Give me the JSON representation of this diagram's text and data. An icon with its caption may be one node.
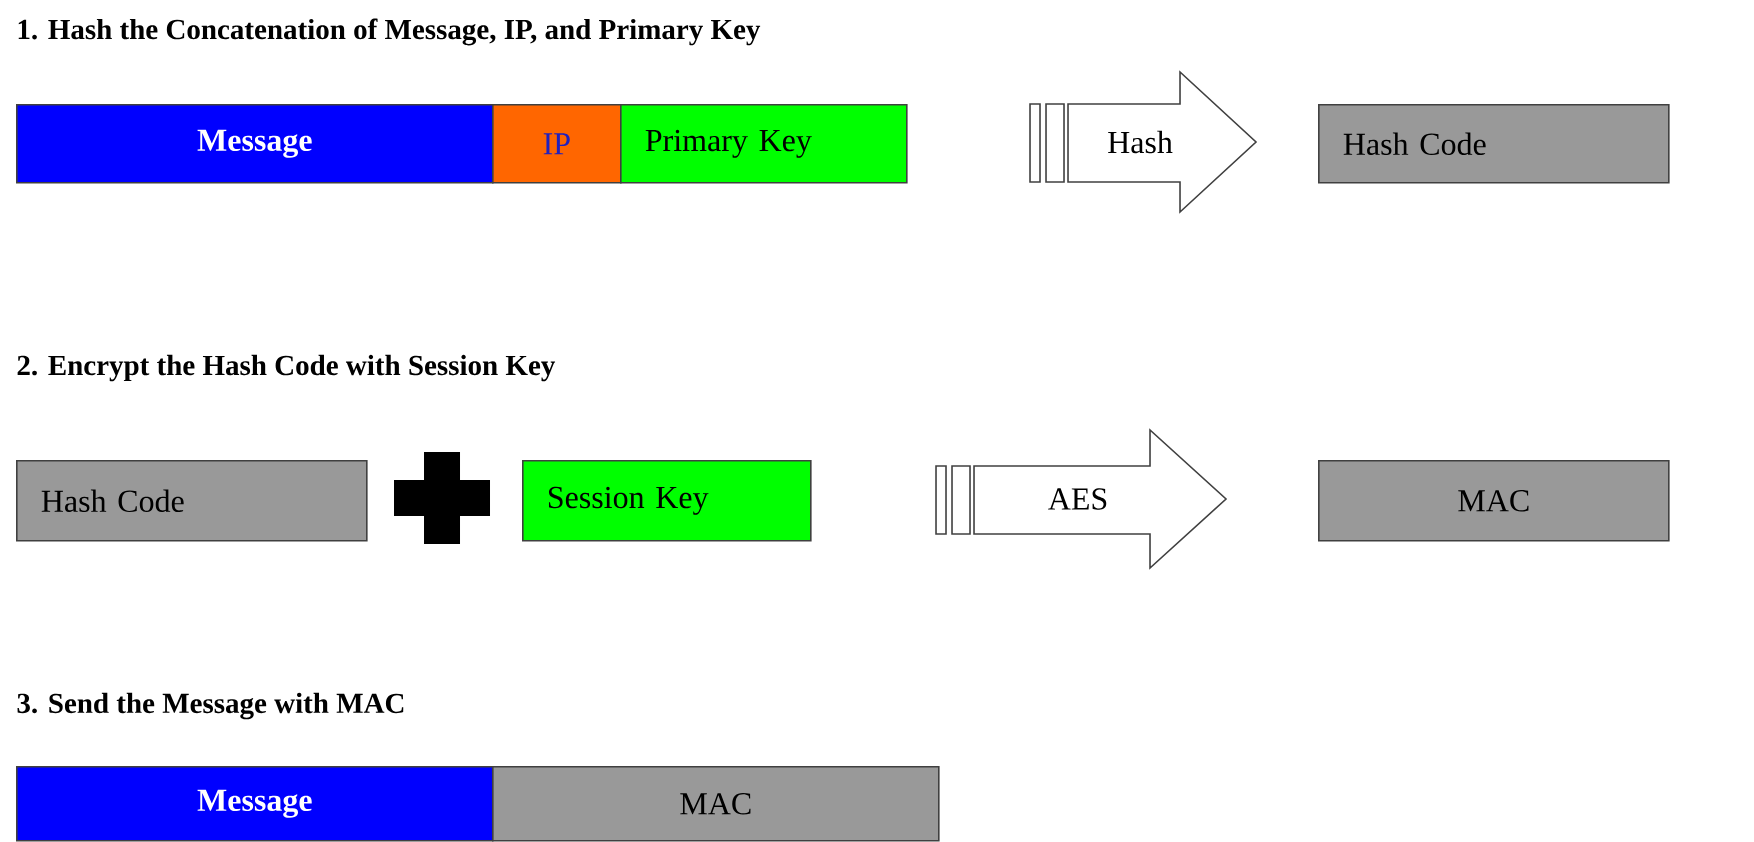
{
  "diagram": {
    "nodes": [
      {
        "text": [
          "Message"
        ]
      },
      {
        "text": [
          "IP"
        ]
      },
      {
        "text": [
          "Primary Key"
        ]
      },
      {
        "text": [
          "Hash"
        ]
      },
      {
        "text": [
          "Hash Code"
        ]
      },
      {
        "text": [
          "Hash Code"
        ]
      },
      {
        "text": [],
        "shape": "cross"
      },
      {
        "text": [
          "Session Key"
        ]
      },
      {
        "text": [
          "AES"
        ]
      },
      {
        "text": [
          "MAC"
        ]
      },
      {
        "text": [
          "Message"
        ]
      },
      {
        "text": [
          "MAC"
        ]
      }
    ],
    "labels": [
      "1. Hash the Concatenation of Message, IP, and Primary Key",
      "2. Encrypt the Hash Code with Session Key",
      "3. Send the Message with MAC"
    ]
  }
}
